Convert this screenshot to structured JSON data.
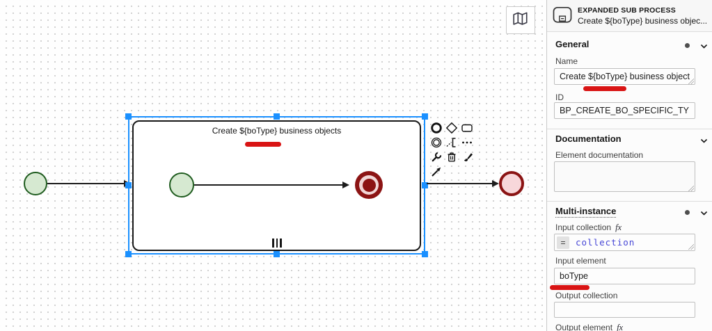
{
  "colors": {
    "selection_blue": "#1a90ff",
    "marker_red": "#d91414",
    "start_event_fill": "#d6e9d1",
    "start_event_stroke": "#1f5c1f",
    "end_event_fill": "#f8d7da",
    "end_event_stroke": "#8b1414",
    "feel_text": "#4646d6"
  },
  "canvas": {
    "diagram": {
      "subprocess_title": "Create ${boType} business objects"
    }
  },
  "panel": {
    "header": {
      "type": "EXPANDED SUB PROCESS",
      "name": "Create ${boType} business objec..."
    },
    "general": {
      "title": "General",
      "name_label": "Name",
      "name_value": "Create ${boType} business objects",
      "id_label": "ID",
      "id_value": "BP_CREATE_BO_SPECIFIC_TYPE"
    },
    "documentation": {
      "title": "Documentation",
      "doc_label": "Element documentation",
      "doc_value": ""
    },
    "multi_instance": {
      "title": "Multi-instance",
      "input_collection_label": "Input collection",
      "feel_indicator": "fx",
      "equals": "=",
      "input_collection_value": "collection",
      "input_element_label": "Input element",
      "input_element_value": "boType",
      "output_collection_label": "Output collection",
      "output_collection_value": "",
      "output_element_label": "Output element"
    }
  }
}
